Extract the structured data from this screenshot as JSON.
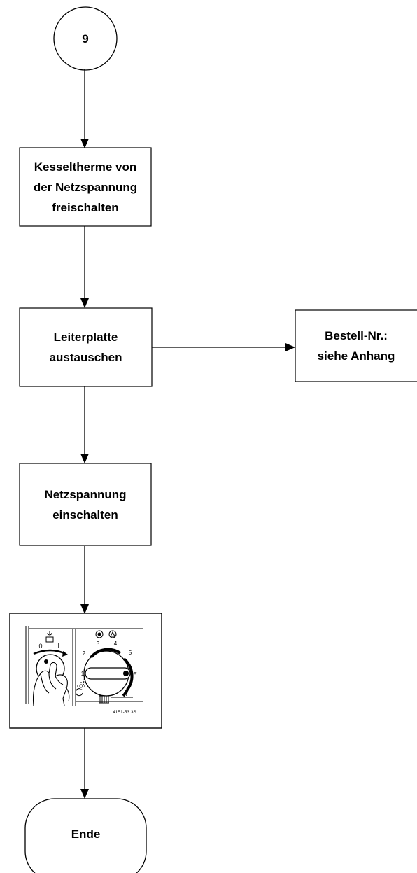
{
  "flowchart": {
    "start_connector": {
      "label": "9"
    },
    "steps": [
      {
        "id": "disconnect",
        "label": "Kesseltherme von\nder Netzspannung\nfreischalten"
      },
      {
        "id": "replace-board",
        "label": "Leiterplatte\naustauschen"
      },
      {
        "id": "order-number",
        "label": "Bestell-Nr.:\nsiehe Anhang"
      },
      {
        "id": "power-on",
        "label": "Netzspannung\neinschalten"
      }
    ],
    "end": {
      "label": "Ende"
    }
  },
  "illustration": {
    "switch_off_label": "0",
    "switch_on_label": "I",
    "dial_numbers": [
      "1",
      "2",
      "3",
      "4",
      "5",
      "E",
      "7"
    ],
    "figure_code": "4151-53.3S",
    "icons": [
      "power-standby-icon",
      "chimney-sweep-icon",
      "warning-triangle-icon",
      "sun-moon-icon",
      "radiator-icon",
      "hand-icon",
      "dial-knob-icon"
    ]
  }
}
